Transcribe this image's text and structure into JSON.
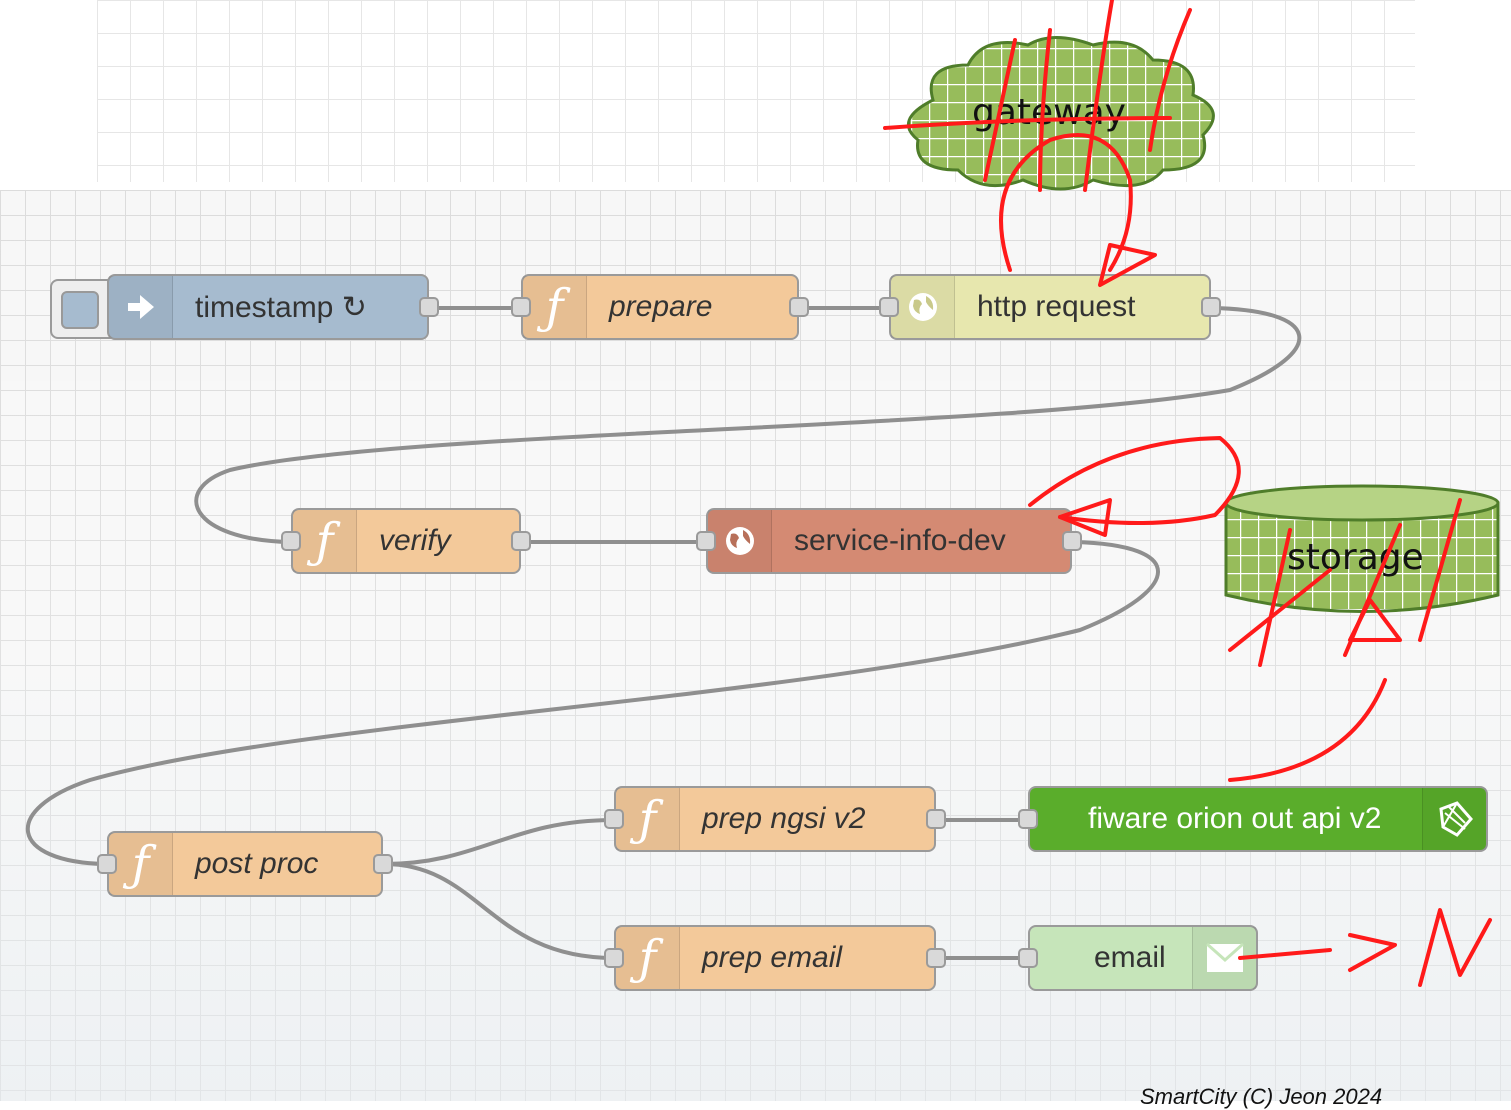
{
  "banner": {
    "partial_heading": ""
  },
  "nodes": {
    "timestamp": {
      "label": "timestamp ↻",
      "color": "#a6bbcf"
    },
    "prepare": {
      "label": "prepare",
      "color": "#f3c99a"
    },
    "http_request": {
      "label": "http request",
      "color": "#e7e7ae"
    },
    "verify": {
      "label": "verify",
      "color": "#f3c99a"
    },
    "service_info": {
      "label": "service-info-dev",
      "color": "#d48a73"
    },
    "post_proc": {
      "label": "post proc",
      "color": "#f3c99a"
    },
    "prep_ngsi": {
      "label": "prep ngsi v2",
      "color": "#f3c99a"
    },
    "fiware_out": {
      "label": "fiware orion out api v2",
      "color": "#5aad2b"
    },
    "prep_email": {
      "label": "prep email",
      "color": "#f3c99a"
    },
    "email": {
      "label": "email",
      "color": "#c6e5ba"
    }
  },
  "icons": {
    "inject": "arrow-right-icon",
    "function": "function-f-icon",
    "http": "globe-icon",
    "fiware": "fiware-icon",
    "email": "envelope-icon"
  },
  "annotations": {
    "gateway": "gateway",
    "storage": "storage",
    "ink_color": "#ff0000"
  },
  "footer": {
    "text": "SmartCity (C) Jeon 2024"
  }
}
